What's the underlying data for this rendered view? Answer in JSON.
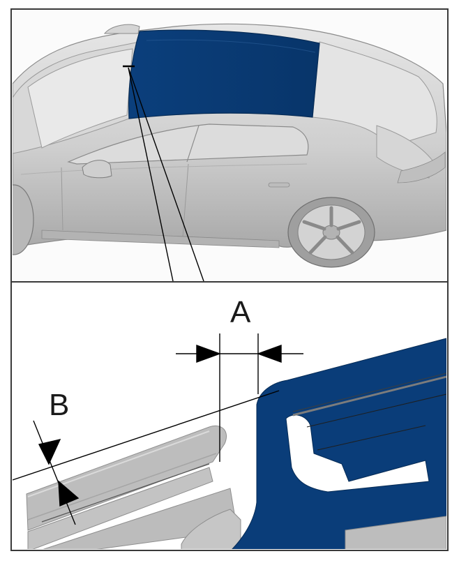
{
  "figure": {
    "callouts": [
      {
        "id": "A",
        "label": "A"
      },
      {
        "id": "B",
        "label": "B"
      }
    ]
  },
  "colors": {
    "frame": "#3a3a3a",
    "car_body": "#c9c9c9",
    "car_shadow": "#9c9c9c",
    "roof_glass": "#0a3d79",
    "seal_grey": "#bdbdbd",
    "background_panel": "#fafafa"
  }
}
